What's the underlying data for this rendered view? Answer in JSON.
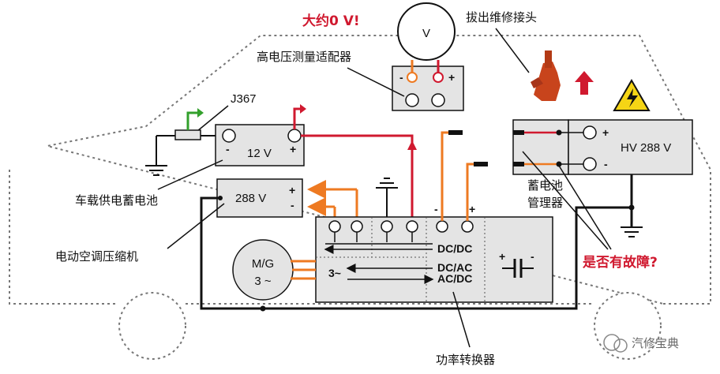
{
  "labels": {
    "approx_zero": "大约0 V!",
    "voltmeter": "V",
    "remove_plug": "拔出维修接头",
    "hv_adapter": "高电压测量适配器",
    "j367": "J367",
    "twelve_v": "12 V",
    "onboard_battery": "车载供电蓄电池",
    "two88_v": "288 V",
    "ac_compressor": "电动空调压缩机",
    "hv_battery": "HV 288 V",
    "battery_manager_1": "蓄电池",
    "battery_manager_2": "管理器",
    "fault_question": "是否有故障?",
    "mg_1": "M/G",
    "mg_2": "3 ~",
    "three_tilde": "3~",
    "dcdc": "DC/DC",
    "dcac": "DC/AC",
    "acdc": "AC/DC",
    "power_converter": "功率转换器",
    "watermark": "汽修宝典"
  },
  "colors": {
    "red_wire": "#d0192f",
    "orange_wire": "#ee7a22",
    "box_fill": "#e4e4e4",
    "warning_yellow": "#f5d515",
    "dark": "#111111"
  },
  "icons": {
    "high_voltage_warning": "high-voltage-warning-icon",
    "service_plug_hand": "hand-pulling-plug-icon",
    "ground": "ground-icon"
  }
}
